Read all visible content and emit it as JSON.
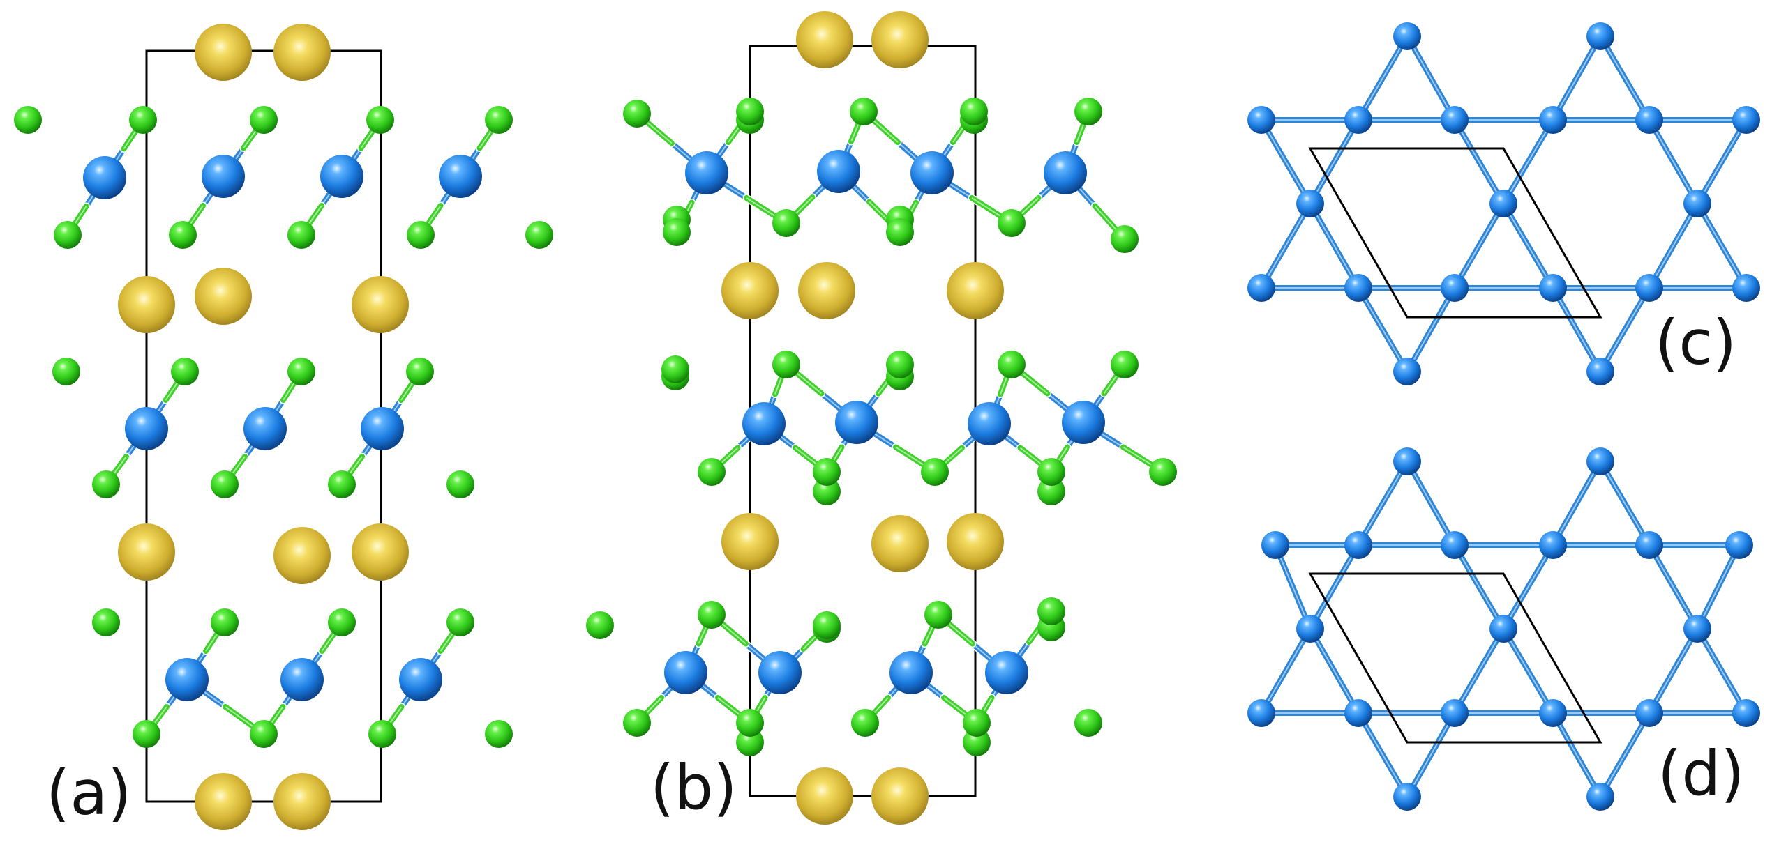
{
  "panels": [
    {
      "id": "a",
      "label": "(a)"
    },
    {
      "id": "b",
      "label": "(b)"
    },
    {
      "id": "c",
      "label": "(c)"
    },
    {
      "id": "d",
      "label": "(d)"
    }
  ],
  "colors": {
    "metal_atom": "#1f7fe0",
    "halide_atom": "#2fd41a",
    "cation_atom": "#d9b934",
    "bond_blue": "#2e86d6",
    "bond_green": "#3fd12a",
    "unit_cell": "#000000",
    "background": "#ffffff"
  }
}
